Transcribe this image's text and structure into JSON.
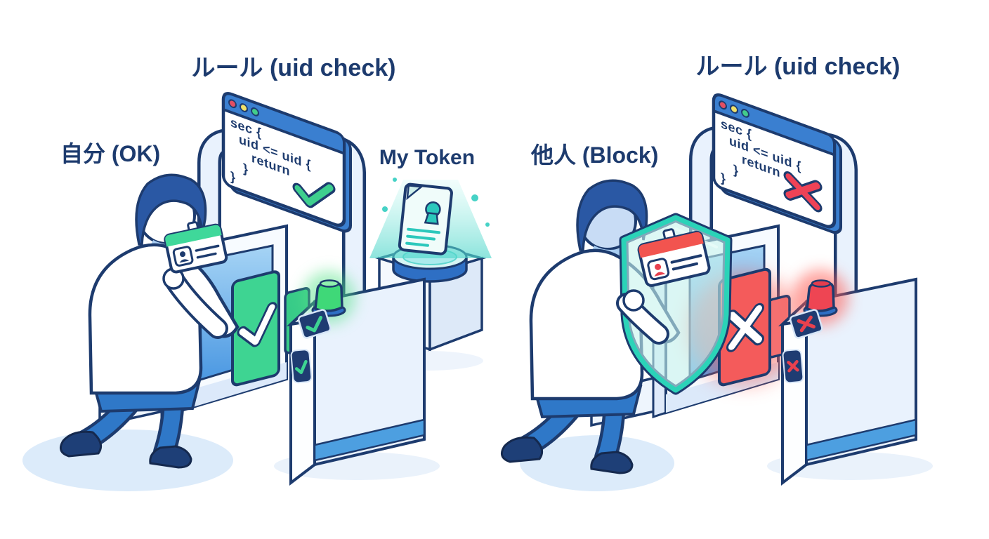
{
  "diagram": {
    "left": {
      "rule_title": "ルール (uid check)",
      "actor_label": "自分 (OK)",
      "token_label": "My Token",
      "status_color": "#3ed492"
    },
    "right": {
      "rule_title": "ルール (uid check)",
      "actor_label": "他人 (Block)",
      "status_color": "#e8414e"
    },
    "code_window": {
      "lines": [
        "sec {",
        "uid <= uid {",
        "return",
        "}",
        "}"
      ]
    },
    "colors": {
      "outline_navy": "#1d3b6e",
      "browser_bar_blue": "#3b82d4",
      "gate_panel_blue": "#4d9fe0",
      "allow_green": "#3ed492",
      "beacon_green": "#3fd878",
      "deny_red": "#e8414e",
      "beacon_red": "#ee4553",
      "hologram_teal": "#2cc8bc",
      "shield_teal": "#2bd3b8",
      "pants_blue": "#2f78c8"
    }
  }
}
